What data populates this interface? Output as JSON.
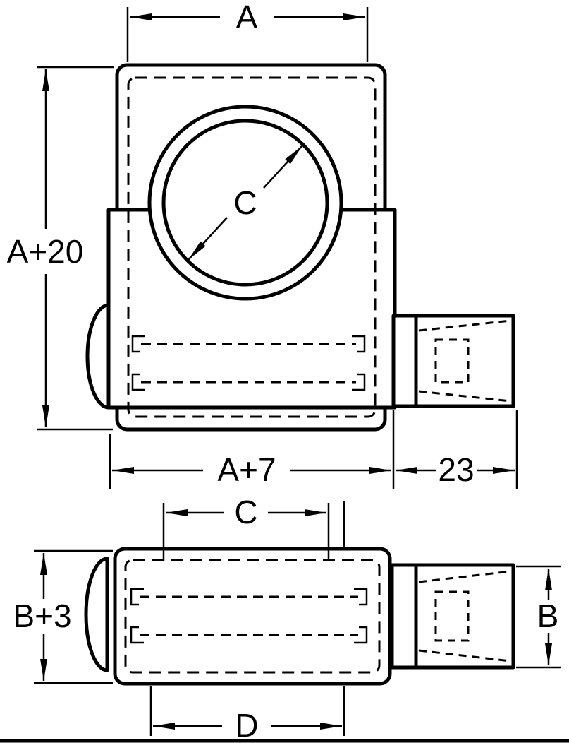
{
  "title": "Two-view dimensioned technical drawing of clamp block with side connector",
  "colors": {
    "line": "#000000",
    "background": "#ffffff"
  },
  "views": {
    "top": {
      "dim_width_cap": "A",
      "dim_overall_height": "A+20",
      "dim_width_base": "A+7",
      "dim_connector_length": "23",
      "dim_bore_diameter": "C"
    },
    "bottom": {
      "dim_bore_width": "C",
      "dim_overall_height": "B+3",
      "dim_connector_height": "B",
      "dim_boss_diameter": "D"
    }
  }
}
